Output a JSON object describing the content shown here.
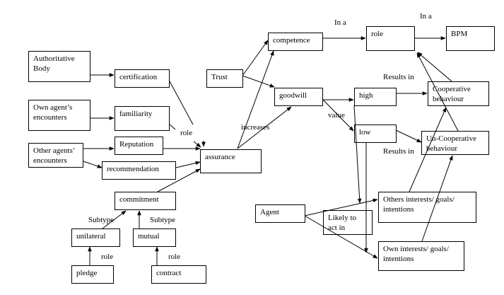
{
  "diagram": {
    "type": "concept-map",
    "nodes": [
      {
        "id": "authoritative_body",
        "label": "Authoritative\nBody"
      },
      {
        "id": "certification",
        "label": "certification"
      },
      {
        "id": "own_agents_encounters",
        "label": "Own agent’s\nencounters"
      },
      {
        "id": "familiarity",
        "label": "familiarity"
      },
      {
        "id": "other_agents_encounters",
        "label": "Other agents’\nencounters"
      },
      {
        "id": "reputation",
        "label": "Reputation"
      },
      {
        "id": "recommendation",
        "label": "recommendation"
      },
      {
        "id": "assurance",
        "label": "assurance"
      },
      {
        "id": "commitment",
        "label": "commitment"
      },
      {
        "id": "unilateral",
        "label": "unilateral"
      },
      {
        "id": "mutual",
        "label": "mutual"
      },
      {
        "id": "pledge",
        "label": "pledge"
      },
      {
        "id": "contract",
        "label": "contract"
      },
      {
        "id": "trust",
        "label": "Trust"
      },
      {
        "id": "competence",
        "label": "competence"
      },
      {
        "id": "goodwill",
        "label": "goodwill"
      },
      {
        "id": "role",
        "label": "role"
      },
      {
        "id": "bpm",
        "label": "BPM"
      },
      {
        "id": "high",
        "label": "high"
      },
      {
        "id": "low",
        "label": "low"
      },
      {
        "id": "cooperative",
        "label": "Cooperative\nbehaviour"
      },
      {
        "id": "uncooperative",
        "label": "Un-Cooperative\nbehaviour"
      },
      {
        "id": "agent",
        "label": "Agent"
      },
      {
        "id": "likely_to_act_in",
        "label": "Likely to\nact in"
      },
      {
        "id": "others_interests",
        "label": "Others interests/ goals/\nintentions"
      },
      {
        "id": "own_interests",
        "label": "Own interests/ goals/\nintentions"
      }
    ],
    "edge_labels": [
      {
        "id": "role_label_1",
        "text": "role"
      },
      {
        "id": "increases_label",
        "text": "increases"
      },
      {
        "id": "in_a_label_1",
        "text": "In a"
      },
      {
        "id": "in_a_label_2",
        "text": "In a"
      },
      {
        "id": "results_in_label_1",
        "text": "Results in"
      },
      {
        "id": "results_in_label_2",
        "text": "Results in"
      },
      {
        "id": "value_label",
        "text": "value"
      },
      {
        "id": "subtype_label_1",
        "text": "Subtype"
      },
      {
        "id": "subtype_label_2",
        "text": "Subtype"
      },
      {
        "id": "role_label_2",
        "text": "role"
      },
      {
        "id": "role_label_3",
        "text": "role"
      }
    ],
    "edges": [
      {
        "from": "authoritative_body",
        "to": "certification"
      },
      {
        "from": "own_agents_encounters",
        "to": "familiarity"
      },
      {
        "from": "other_agents_encounters",
        "to": "reputation"
      },
      {
        "from": "other_agents_encounters",
        "to": "recommendation"
      },
      {
        "from": "certification",
        "to": "assurance",
        "label": "role"
      },
      {
        "from": "familiarity",
        "to": "assurance",
        "label": "role"
      },
      {
        "from": "reputation",
        "to": "assurance"
      },
      {
        "from": "recommendation",
        "to": "assurance"
      },
      {
        "from": "commitment",
        "to": "assurance"
      },
      {
        "from": "unilateral",
        "to": "commitment",
        "label": "Subtype"
      },
      {
        "from": "mutual",
        "to": "commitment",
        "label": "Subtype"
      },
      {
        "from": "pledge",
        "to": "unilateral",
        "label": "role"
      },
      {
        "from": "contract",
        "to": "mutual",
        "label": "role"
      },
      {
        "from": "assurance",
        "to": "competence",
        "label": "increases"
      },
      {
        "from": "assurance",
        "to": "goodwill",
        "label": "increases"
      },
      {
        "from": "trust",
        "to": "competence"
      },
      {
        "from": "trust",
        "to": "goodwill"
      },
      {
        "from": "competence",
        "to": "role",
        "label": "In a"
      },
      {
        "from": "role",
        "to": "bpm",
        "label": "In a"
      },
      {
        "from": "goodwill",
        "to": "high",
        "label": "value"
      },
      {
        "from": "goodwill",
        "to": "low",
        "label": "value"
      },
      {
        "from": "high",
        "to": "cooperative",
        "label": "Results in"
      },
      {
        "from": "low",
        "to": "uncooperative",
        "label": "Results in"
      },
      {
        "from": "cooperative",
        "to": "role"
      },
      {
        "from": "uncooperative",
        "to": "role"
      },
      {
        "from": "others_interests",
        "to": "cooperative"
      },
      {
        "from": "own_interests",
        "to": "uncooperative"
      },
      {
        "from": "agent",
        "to": "others_interests",
        "label": "Likely to act in"
      },
      {
        "from": "agent",
        "to": "own_interests",
        "label": "Likely to act in"
      },
      {
        "from": "high",
        "to": "others_interests"
      },
      {
        "from": "low",
        "to": "own_interests"
      }
    ]
  }
}
